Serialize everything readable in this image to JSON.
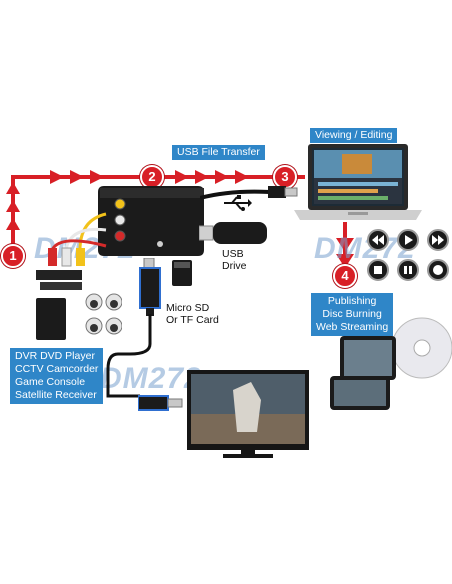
{
  "watermark": "DM272",
  "labels": {
    "usb_transfer": "USB File Transfer",
    "viewing": "Viewing / Editing",
    "usb_drive": [
      "USB",
      "Drive"
    ],
    "micro_sd": [
      "Micro SD",
      "Or TF Card"
    ],
    "publishing": [
      "Publishing",
      "Disc Burning",
      "Web Streaming"
    ],
    "sources": [
      "DVR DVD Player",
      "CCTV Camcorder",
      "Game Console",
      "Satellite Receiver"
    ]
  },
  "steps": [
    "1",
    "2",
    "3",
    "4"
  ],
  "colors": {
    "arrow_red": "#d81f26",
    "label_blue": "#2f86c8",
    "device_black": "#1b1b1b",
    "rca_yellow": "#f2c21a",
    "rca_white": "#e8e8e8",
    "rca_red": "#d42a2a"
  },
  "icons": [
    "usb-symbol-icon",
    "rewind-icon",
    "play-icon",
    "fast-forward-icon",
    "stop-icon",
    "pause-icon",
    "record-icon"
  ]
}
